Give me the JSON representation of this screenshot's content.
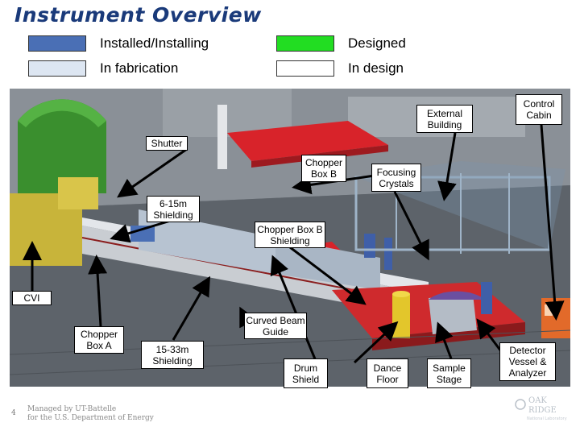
{
  "title": "Instrument Overview",
  "legend": [
    {
      "label": "Installed/Installing",
      "color": "#4a6fb5"
    },
    {
      "label": "Designed",
      "color": "#22dd22"
    },
    {
      "label": "In fabrication",
      "color": "#dde6f2"
    },
    {
      "label": "In design",
      "color": "#ffffff"
    }
  ],
  "callouts": {
    "external_building": "External Building",
    "control_cabin": "Control Cabin",
    "shutter": "Shutter",
    "chopper_box_b": "Chopper Box B",
    "focusing_crystals": "Focusing Crystals",
    "shielding_6_15": "6-15m Shielding",
    "chopper_box_b_shielding": "Chopper Box B Shielding",
    "cvi": "CVI",
    "curved_beam_guide": "Curved Beam Guide",
    "chopper_box_a": "Chopper Box A",
    "shielding_15_33": "15-33m Shielding",
    "drum_shield": "Drum Shield",
    "dance_floor": "Dance Floor",
    "sample_stage": "Sample Stage",
    "detector_vessel": "Detector Vessel & Analyzer"
  },
  "footer": {
    "page_number": "4",
    "line1": "Managed by UT-Battelle",
    "line2": "for the U.S. Department of Energy"
  },
  "logo": {
    "line1": "OAK",
    "line2": "RIDGE",
    "line3": "National Laboratory"
  }
}
